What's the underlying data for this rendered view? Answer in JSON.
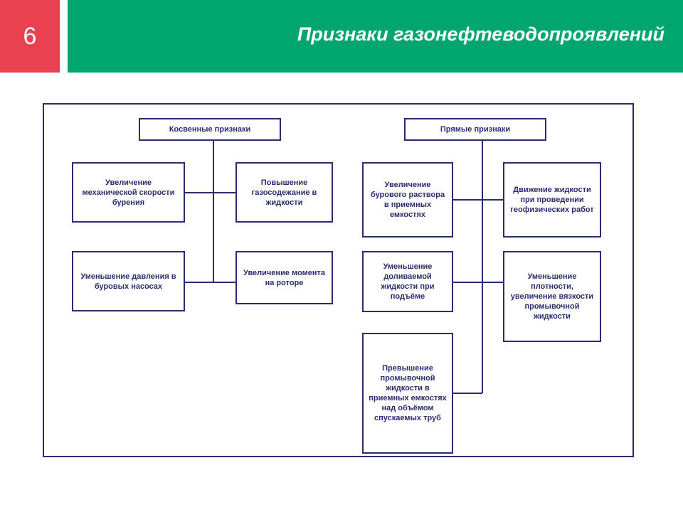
{
  "slide": {
    "number": "6",
    "title": "Признаки газонефтеводопроявлений"
  },
  "colors": {
    "number_block": "#e9414f",
    "title_block": "#00a66e",
    "diagram_stroke": "#2b2d6e"
  },
  "diagram": {
    "indirect": {
      "header": "Косвенные признаки",
      "items": [
        "Увеличение механической скорости бурения",
        "Повышение газосодежание в жидкости",
        "Уменьшение давления в буровых насосах",
        "Увеличение момента на роторе"
      ]
    },
    "direct": {
      "header": "Прямые признаки",
      "items": [
        "Увеличение бурового раствора в приемных емкостях",
        "Движение жидкости при проведении геофизических работ",
        "Уменьшение доливаемой жидкости при подъёме",
        "Уменьшение плотности, увеличение вязкости промывочной жидкости",
        "Превышение промывочной жидкости в приемных емкостях над объёмом спускаемых труб"
      ]
    }
  }
}
